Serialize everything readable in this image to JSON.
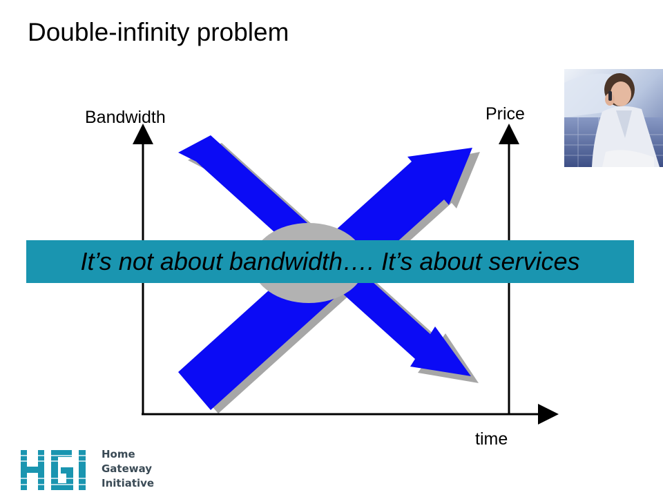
{
  "slide": {
    "title": "Double-infinity problem"
  },
  "axes": {
    "left_label": "Bandwidth",
    "right_label": "Price",
    "bottom_label": "time"
  },
  "banner": {
    "text": "It’s not about bandwidth…. It’s about services"
  },
  "logo": {
    "letters": "HGI",
    "line1": "Home",
    "line2": "Gateway",
    "line3": "Initiative"
  },
  "colors": {
    "arrow_fill": "#0b0bf5",
    "arrow_shadow": "#a6a6a6",
    "ellipse_fill": "#b2b2b2",
    "banner_fill": "#1a95b0",
    "logo_accent": "#1a95b0",
    "logo_text": "#3a4a55"
  }
}
